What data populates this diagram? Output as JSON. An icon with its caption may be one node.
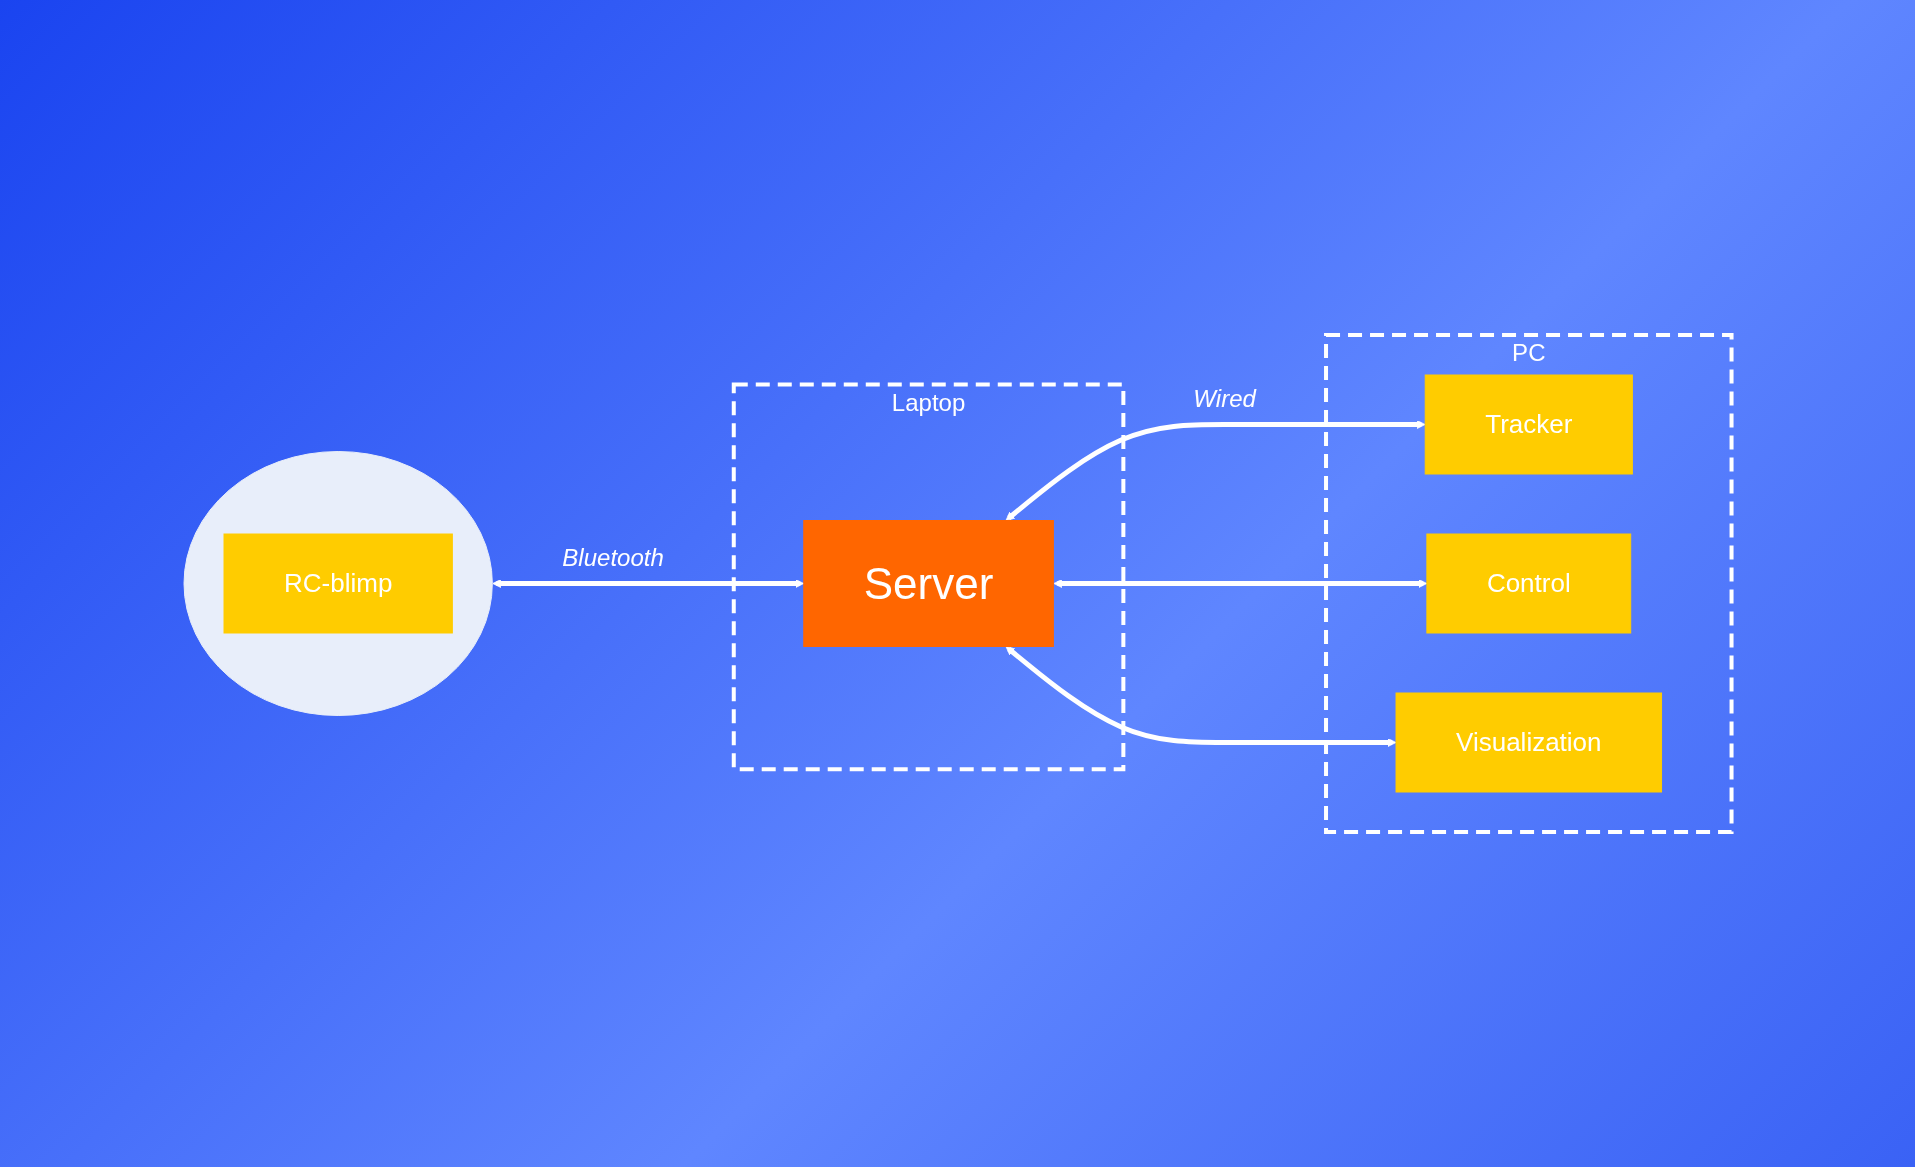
{
  "diagram": {
    "nodes": [
      {
        "text": [],
        "shape": "ellipse"
      },
      {
        "text": [
          "RC-blimp"
        ],
        "in": 0
      },
      {
        "text": [
          "PC"
        ]
      },
      {
        "text": [
          "Tracker"
        ],
        "in": 2
      },
      {
        "text": [
          "Control"
        ],
        "in": 2
      },
      {
        "text": [
          "Laptop"
        ]
      },
      {
        "text": [
          "Server"
        ],
        "in": 5
      },
      {
        "text": [
          "Visualization"
        ],
        "in": 2
      }
    ],
    "edges": [
      {
        "from": 0,
        "to": 6,
        "arrow": "both",
        "label": "Bluetooth"
      },
      {
        "from": 6,
        "to": 3,
        "arrow": "both",
        "label": "Wired"
      },
      {
        "from": 6,
        "to": 4,
        "arrow": "both"
      },
      {
        "from": 6,
        "to": 7,
        "arrow": "both"
      }
    ]
  }
}
